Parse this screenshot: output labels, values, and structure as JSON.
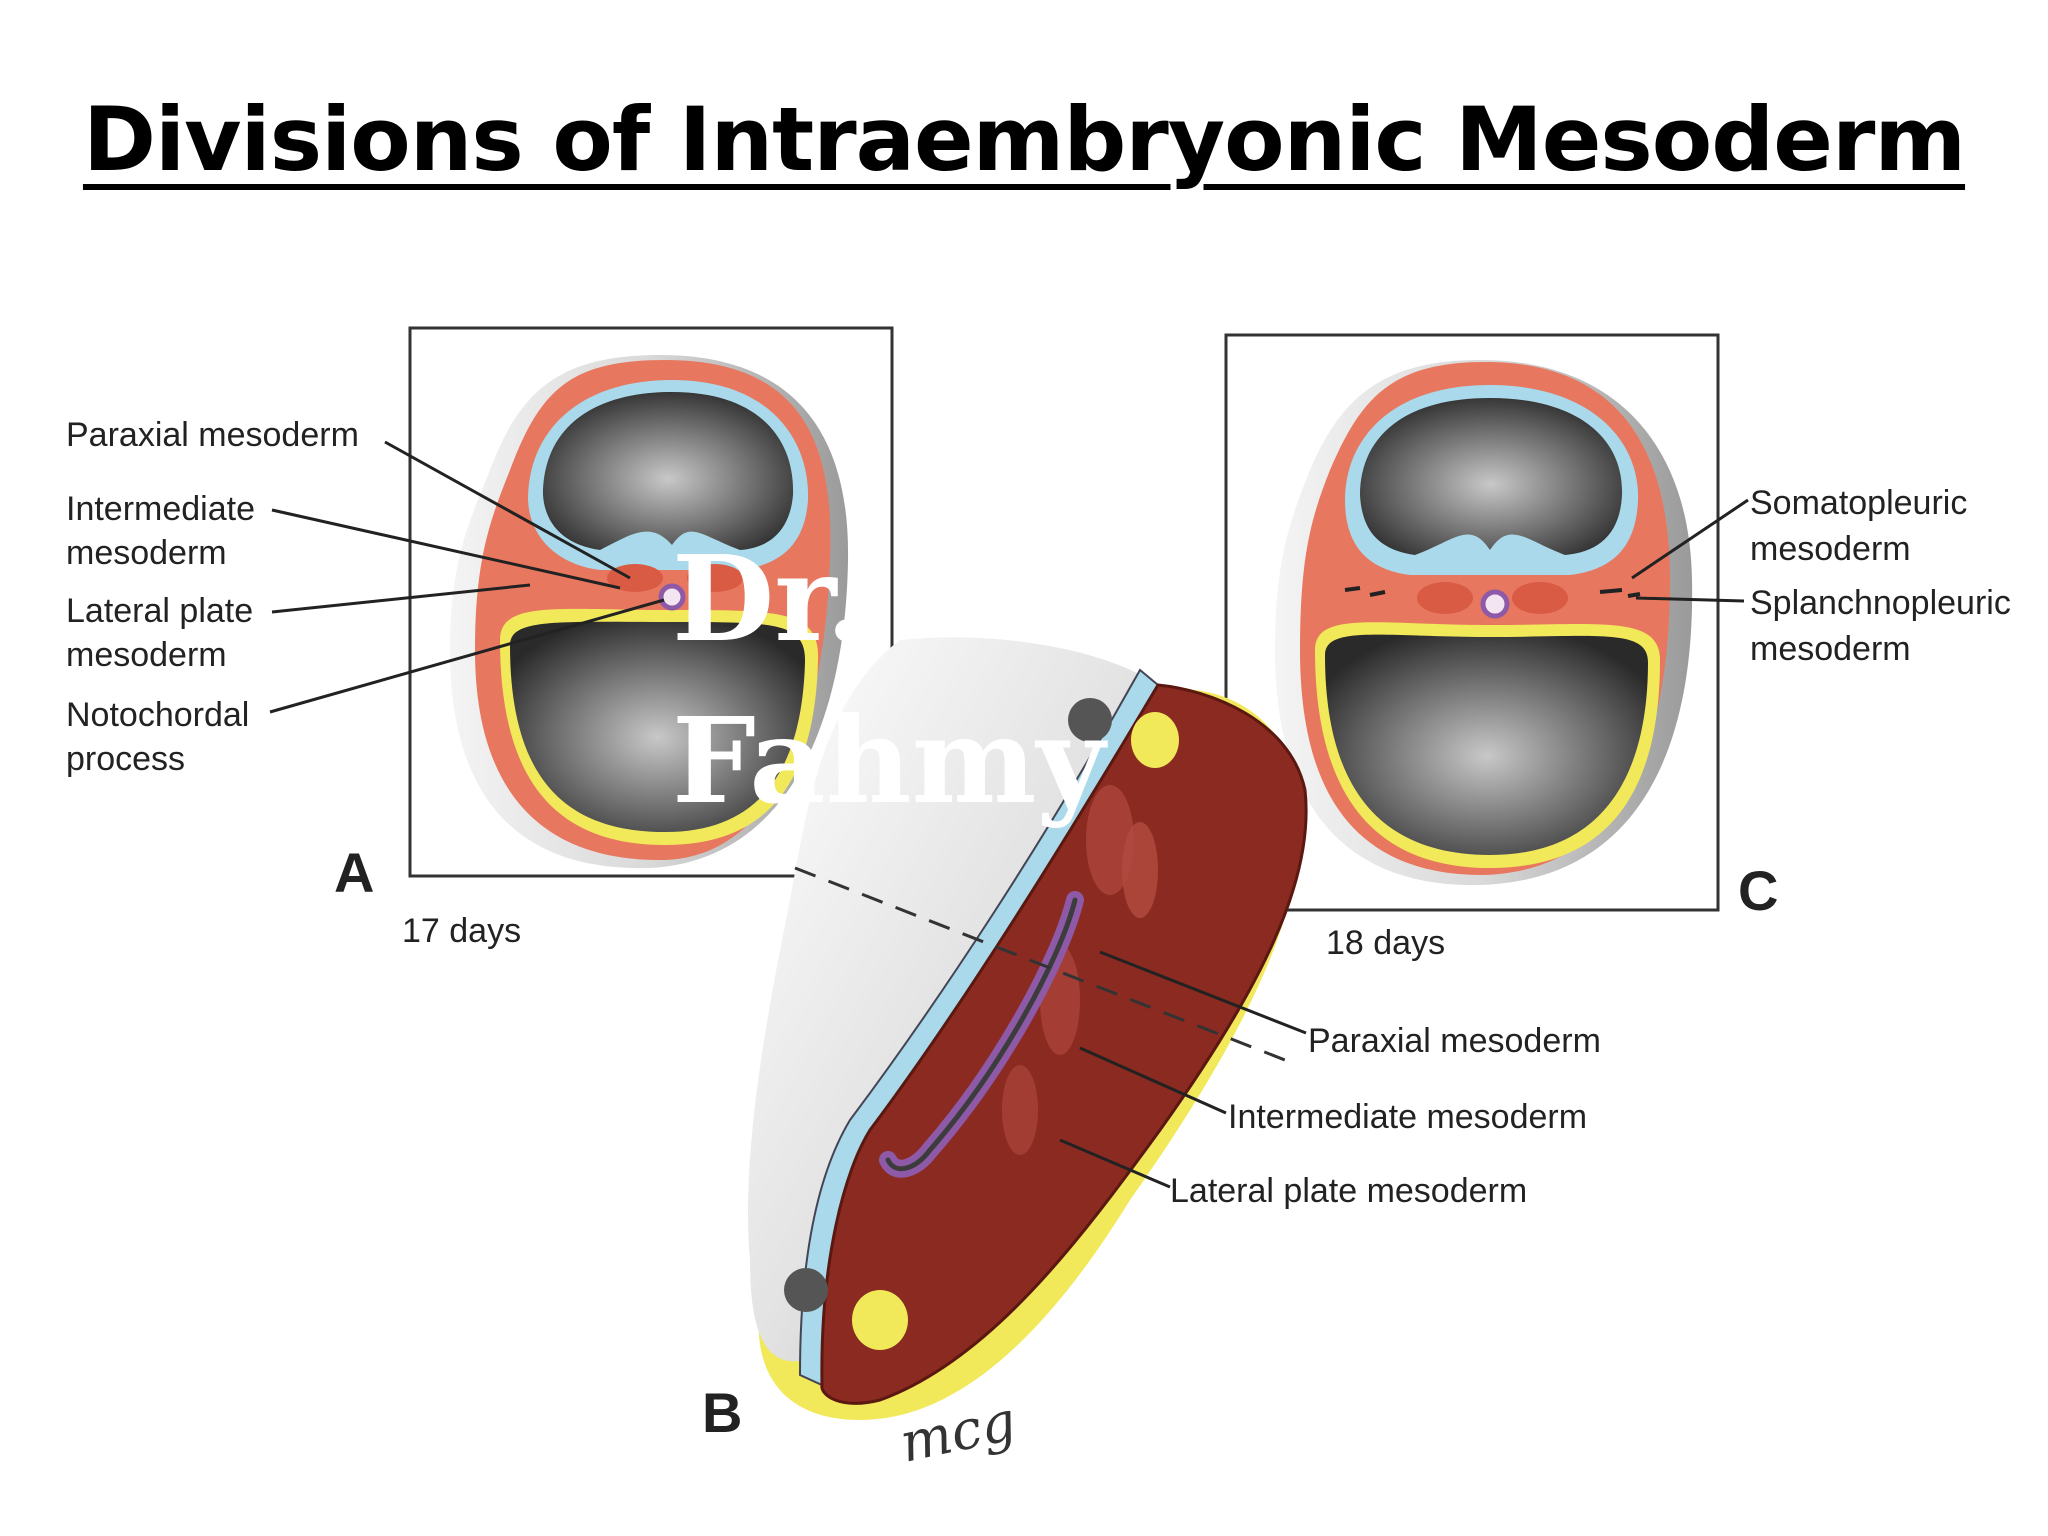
{
  "title": "Divisions of Intraembryonic Mesoderm",
  "panels": {
    "a": {
      "letter": "A",
      "age": "17 days"
    },
    "b": {
      "letter": "B"
    },
    "c": {
      "letter": "C",
      "age": "18 days"
    }
  },
  "labels_a": {
    "paraxial": "Paraxial mesoderm",
    "intermediate_1": "Intermediate",
    "intermediate_2": "mesoderm",
    "lateral_1": "Lateral plate",
    "lateral_2": "mesoderm",
    "notochordal_1": "Notochordal",
    "notochordal_2": "process"
  },
  "labels_c": {
    "somato_1": "Somatopleuric",
    "somato_2": "mesoderm",
    "splanch_1": "Splanchnopleuric",
    "splanch_2": "mesoderm"
  },
  "labels_b": {
    "paraxial": "Paraxial mesoderm",
    "intermediate": "Intermediate mesoderm",
    "lateral": "Lateral plate mesoderm"
  },
  "watermark": {
    "line1": "Dr.",
    "line2": "Fahmy"
  },
  "signature": "mcg",
  "colors": {
    "mesoderm": "#e8775f",
    "ectoderm": "#a9d9ea",
    "yolk_line": "#f1e85a",
    "embryo_body": "#8b2a20",
    "notochord": "#8e5aa8"
  }
}
